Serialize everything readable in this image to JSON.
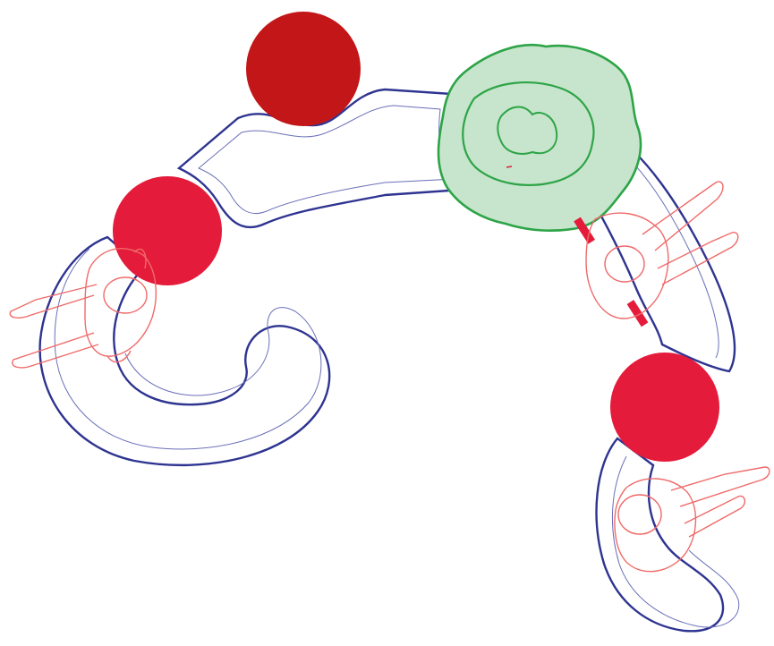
{
  "diagram": {
    "kind": "plan-view",
    "colors": {
      "bench_outline": "#2e3490",
      "bench_inner": "#6b70b8",
      "table_dark": "#c21618",
      "table": "#e41b3a",
      "figure": "#f06a6a",
      "tree_fill": "#c7e5cc",
      "tree_stroke": "#2da447",
      "accent": "#e41b3a"
    },
    "elements": {
      "tables": [
        {
          "name": "table-top",
          "color": "table_dark"
        },
        {
          "name": "table-left",
          "color": "table"
        },
        {
          "name": "table-right",
          "color": "table"
        }
      ],
      "benches": [
        "bench-upper-arc",
        "bench-left-curl",
        "bench-right",
        "bench-bottom-right"
      ],
      "tree": "tree-canopy",
      "figures": [
        "person-left",
        "person-right",
        "person-bottom-right"
      ]
    }
  }
}
